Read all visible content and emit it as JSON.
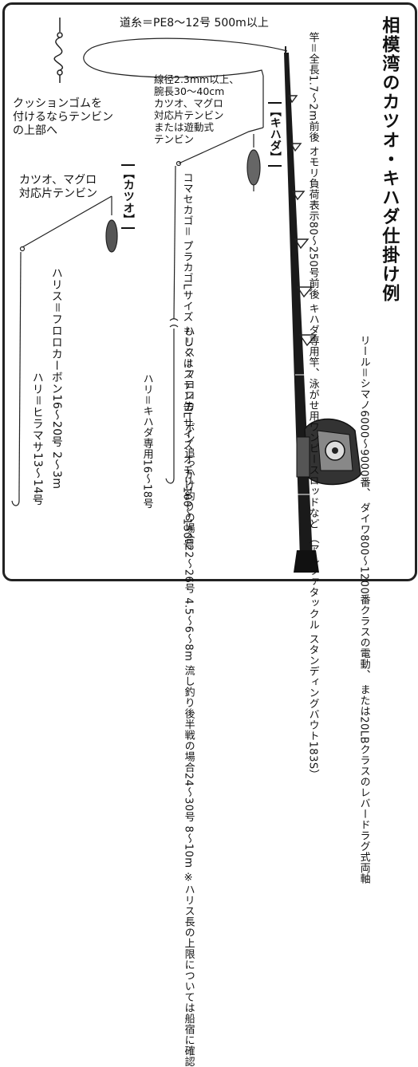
{
  "title": "相模湾のカツオ・キハダ仕掛け例",
  "main_line": "道糸＝PE8〜12号 500m以上",
  "cushion_note": [
    "クッションゴムを",
    "付けるならテンビン",
    "の上部へ"
  ],
  "katsuo": {
    "tag": "【カツオ】",
    "tenbin": [
      "カツオ、マグロ",
      "対応片テンビン"
    ],
    "harisu": "ハリス＝フロロカーボン16〜20号 2〜3m",
    "hook": "ハリ＝ヒラマサ13〜14号"
  },
  "kihada": {
    "tag": "【キハダ】",
    "tenbin": [
      "線径2.3mm以上、",
      "腕長30〜40cm",
      "カツオ、マグロ",
      "対応片テンビン",
      "または遊動式",
      "テンビン"
    ],
    "sinker_basket": [
      "コマセカゴ＝",
      "プラカゴLサイズ",
      "もしくはステン缶Lサイズ",
      "オモリ100〜150号"
    ],
    "harisu": [
      "ハリス＝フロロカーボン",
      "追っかけ釣りの場合22〜26号 4.5〜6〜8m",
      "流し釣り後半戦の場合24〜30号 8〜10m",
      "※ハリス長の上限については船宿に確認"
    ],
    "hook": "ハリ＝キハダ専用16〜18号"
  },
  "rod": [
    "竿＝全長1.7〜2m前後 オモリ負荷表示80〜250号前後",
    "キハダ専用竿、泳がせ用ワンピースロッドなど",
    "（アルファタックル スタンディングバウト183S）"
  ],
  "reel": [
    "リール＝シマノ6000〜9000番、",
    "ダイワ800〜1200番クラスの電動、",
    "または20LBクラスのレバードラグ式両軸"
  ]
}
